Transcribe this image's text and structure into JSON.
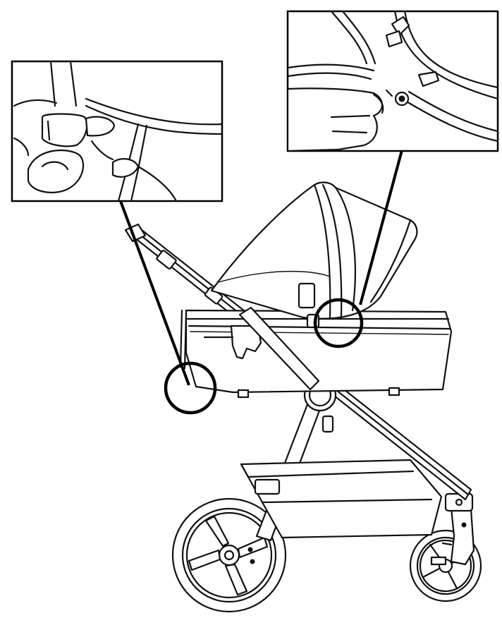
{
  "figure": {
    "subject": "stroller-with-carrycot",
    "insets": [
      {
        "id": "left-inset",
        "shows": "hand-squeezing-release-clip"
      },
      {
        "id": "right-inset",
        "shows": "hand-pressing-side-button"
      }
    ],
    "callouts": [
      {
        "id": "handle-lower-callout",
        "target": "left-inset"
      },
      {
        "id": "carrycot-side-callout",
        "target": "right-inset"
      }
    ],
    "colors": {
      "line": "#111111",
      "background": "#ffffff"
    }
  }
}
